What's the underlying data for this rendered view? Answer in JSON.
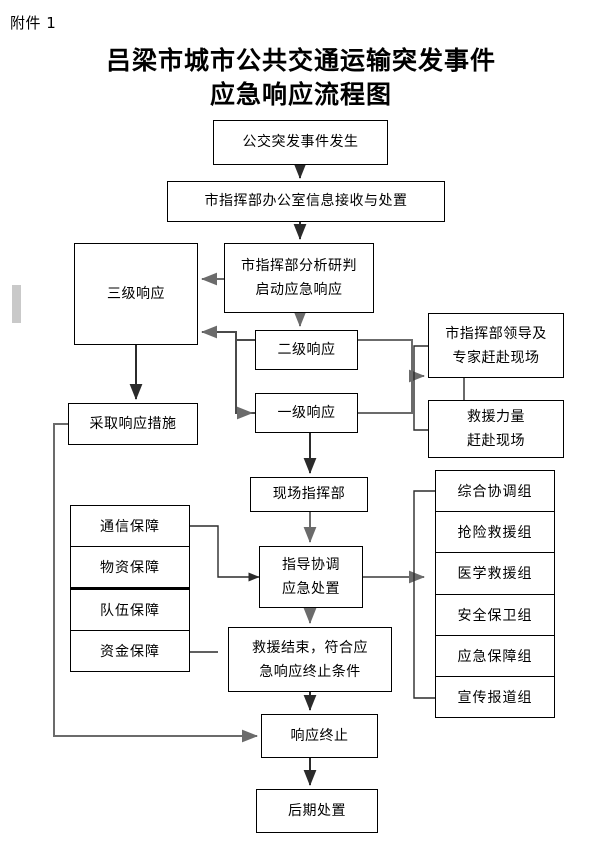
{
  "header": {
    "attachment_label": "附件 1",
    "title_line1": "吕梁市城市公共交通运输突发事件",
    "title_line2": "应急响应流程图"
  },
  "colors": {
    "box_border": "#000000",
    "connector": "#808080",
    "connector_dark": "#595959",
    "page_background": "#ffffff",
    "margin_mark": "#c9c9c9"
  },
  "flowchart": {
    "type": "flowchart",
    "nodes": {
      "incident": "公交突发事件发生",
      "office_receive": "市指挥部办公室信息接收与处置",
      "analysis_line1": "市指挥部分析研判",
      "analysis_line2": "启动应急响应",
      "level3": "三级响应",
      "level2": "二级响应",
      "level1": "一级响应",
      "measures": "采取响应措施",
      "leaders_line1": "市指挥部领导及",
      "leaders_line2": "专家赶赴现场",
      "rescue_force_line1": "救援力量",
      "rescue_force_line2": "赶赴现场",
      "site_command": "现场指挥部",
      "guide_line1": "指导协调",
      "guide_line2": "应急处置",
      "end_condition_line1": "救援结束，符合应",
      "end_condition_line2": "急响应终止条件",
      "response_end": "响应终止",
      "aftermath": "后期处置"
    },
    "support_stack": [
      "通信保障",
      "物资保障",
      "队伍保障",
      "资金保障"
    ],
    "group_stack": [
      "综合协调组",
      "抢险救援组",
      "医学救援组",
      "安全保卫组",
      "应急保障组",
      "宣传报道组"
    ]
  }
}
